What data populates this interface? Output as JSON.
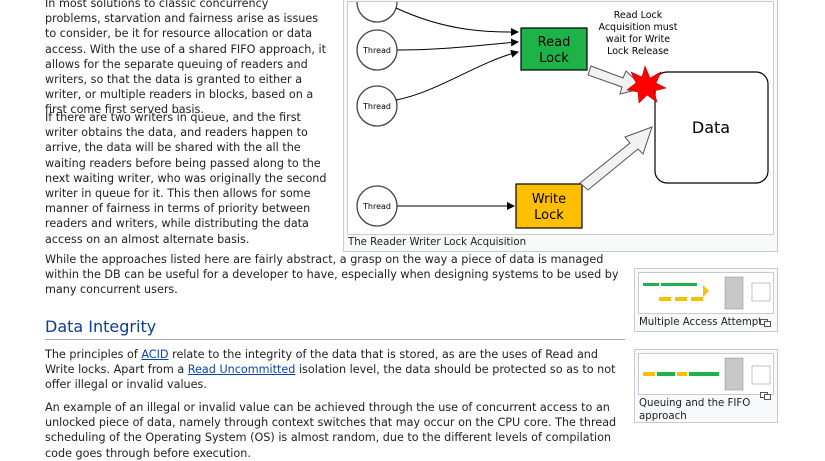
{
  "intro": {
    "p1": "In most solutions to classic concurrency problems, starvation and fairness arise as issues to consider, be it for resource allocation or data access. With the use of a shared FIFO approach, it allows for the separate queuing of readers and writers, so that the data is granted to either a writer, or multiple readers in blocks, based on a first come first served basis.",
    "p2": "If there are two writers in queue, and the first writer obtains the data, and readers happen to arrive, the data will be shared with the all the waiting readers before being passed along to the next waiting writer, who was originally the second writer in queue for it. This then allows for some manner of fairness in terms of priority between readers and writers, while distributing the data access on an almost alternate basis.",
    "p3": "While the approaches listed here are fairly abstract, a grasp on the way a piece of data is managed within the DB can be useful for a developer to have, especially when designing systems to be used by many concurrent users."
  },
  "figure_main": {
    "caption": "The Reader Writer Lock Acquisition",
    "thread_label": "Thread",
    "read_lock": "Read Lock",
    "write_lock": "Write Lock",
    "data_label": "Data",
    "annotation": [
      "Read Lock",
      "Acquisition must",
      "wait for Write",
      "Lock Release"
    ],
    "colors": {
      "read_lock": "#1db348",
      "write_lock": "#ffbf00",
      "star": "#ff0000"
    }
  },
  "section": {
    "title": "Data Integrity"
  },
  "integrity": {
    "p1_pre": "The principles of ",
    "p1_link1": "ACID",
    "p1_mid1": " relate to the integrity of the data that is stored, as are the uses of Read and Write locks. Apart from a ",
    "p1_link2": "Read Uncommitted",
    "p1_post": " isolation level, the data should be protected so as to not offer illegal or invalid values.",
    "p2": "An example of an illegal or invalid value can be achieved through the use of concurrent access to an unlocked piece of data, namely through context switches that may occur on the CPU core. The thread scheduling of the Operating System (OS) is almost random, due to the different levels of compilation code goes through before execution."
  },
  "thumb1": {
    "caption": "Multiple Access Attempts",
    "icon": "enlarge-icon"
  },
  "thumb2": {
    "caption": "Queuing and the FIFO approach",
    "icon": "enlarge-icon"
  }
}
